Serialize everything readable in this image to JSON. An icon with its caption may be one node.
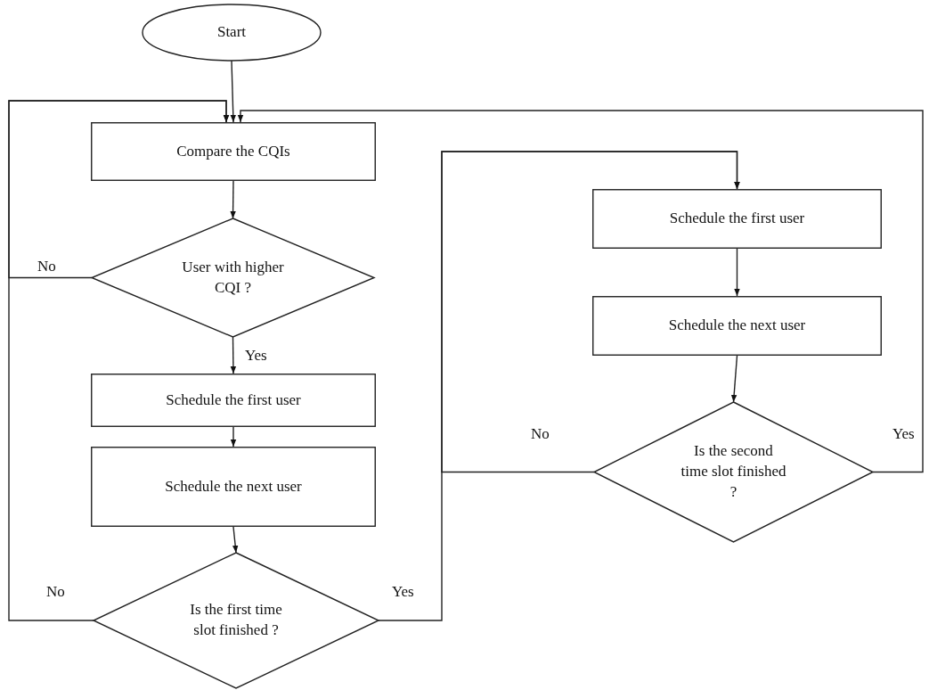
{
  "diagram": {
    "nodes": [
      {
        "text": [
          "Start"
        ]
      },
      {
        "text": [
          "Compare the CQIs"
        ]
      },
      {
        "text": [
          "User with higher CQI ?"
        ]
      },
      {
        "text": [
          "Schedule the first user"
        ]
      },
      {
        "text": [
          "Schedule the next user"
        ]
      },
      {
        "text": [
          "Is the first time slot finished ?"
        ]
      },
      {
        "text": [
          "Schedule the first user"
        ]
      },
      {
        "text": [
          "Schedule the next user"
        ]
      },
      {
        "text": [
          "Is the second time slot finished ?"
        ]
      }
    ],
    "edges": [
      {
        "from": 0,
        "to": 1,
        "arrow": "to"
      },
      {
        "from": 1,
        "to": 2,
        "arrow": "to"
      },
      {
        "from": 2,
        "to": 3,
        "arrow": "to",
        "label": "Yes"
      },
      {
        "from": 2,
        "to": 1,
        "arrow": "to",
        "label": "No"
      },
      {
        "from": 3,
        "to": 4,
        "arrow": "to"
      },
      {
        "from": 4,
        "to": 5,
        "arrow": "to"
      },
      {
        "from": 5,
        "to": 1,
        "arrow": "to",
        "label": "No"
      },
      {
        "from": 5,
        "to": 6,
        "arrow": "to",
        "label": "Yes"
      },
      {
        "from": 6,
        "to": 7,
        "arrow": "to"
      },
      {
        "from": 7,
        "to": 8,
        "arrow": "to"
      },
      {
        "from": 8,
        "to": 6,
        "arrow": "to",
        "label": "No"
      },
      {
        "from": 8,
        "to": 1,
        "arrow": "to",
        "label": "Yes"
      }
    ]
  }
}
